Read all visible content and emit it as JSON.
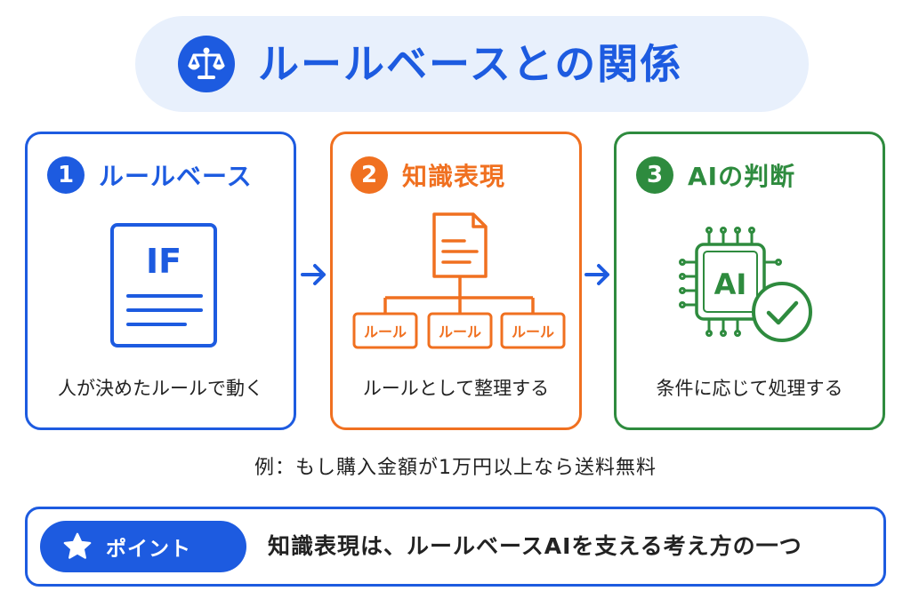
{
  "title": "ルールベースとの関係",
  "cards": [
    {
      "number": "1",
      "title": "ルールベース",
      "doc_label": "IF",
      "description": "人が決めたルールで動く",
      "color": "#1d5be0"
    },
    {
      "number": "2",
      "title": "知識表現",
      "rule_boxes": [
        "ルール",
        "ルール",
        "ルール"
      ],
      "description": "ルールとして整理する",
      "color": "#f07020"
    },
    {
      "number": "3",
      "title": "AIの判断",
      "chip_label": "AI",
      "description": "条件に応じて処理する",
      "color": "#2e8b3e"
    }
  ],
  "example": "例：もし購入金額が1万円以上なら送料無料",
  "point": {
    "label": "ポイント",
    "text": "知識表現は、ルールベースAIを支える考え方の一つ"
  },
  "icons": {
    "title": "scale-icon",
    "card1": "if-document-icon",
    "card2": "document-tree-icon",
    "card3": "ai-chip-check-icon",
    "point": "star-icon"
  }
}
